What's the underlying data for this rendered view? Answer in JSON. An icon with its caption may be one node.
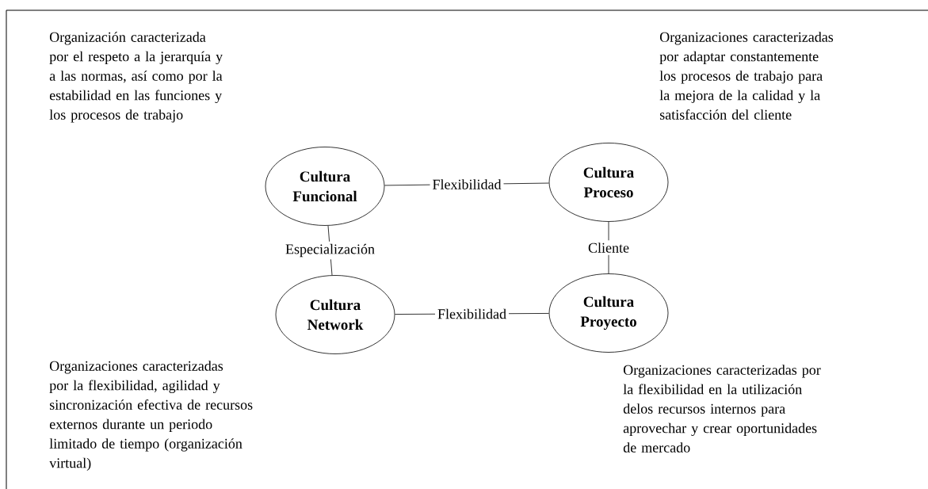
{
  "diagram": {
    "nodes": [
      {
        "text": [
          "Cultura Funcional"
        ]
      },
      {
        "text": [
          "Cultura Proceso"
        ]
      },
      {
        "text": [
          "Cultura Network"
        ]
      },
      {
        "text": [
          "Cultura Proyecto"
        ]
      }
    ],
    "edges": [
      {
        "from": 0,
        "to": 1,
        "arrow": "none",
        "label": "Flexibilidad"
      },
      {
        "from": 0,
        "to": 2,
        "arrow": "none",
        "label": "Especialización"
      },
      {
        "from": 1,
        "to": 3,
        "arrow": "none",
        "label": "Cliente"
      },
      {
        "from": 2,
        "to": 3,
        "arrow": "none",
        "label": "Flexibilidad"
      }
    ],
    "labels": [
      "Organización caracterizada por el respeto a la jerarquía y a las normas, así como por la estabilidad en las funciones y los procesos de trabajo",
      "Organizaciones caracterizadas por adaptar constantemente los procesos de trabajo para la mejora de la calidad y la satisfacción del cliente",
      "Organizaciones caracterizadas por la flexibilidad, agilidad y sincronización efectiva de recursos externos durante un periodo limitado de tiempo (organización virtual)",
      "Organizaciones caracterizadas por la flexibilidad en la utilización delos recursos internos para aprovechar y crear oportunidades de mercado"
    ]
  }
}
